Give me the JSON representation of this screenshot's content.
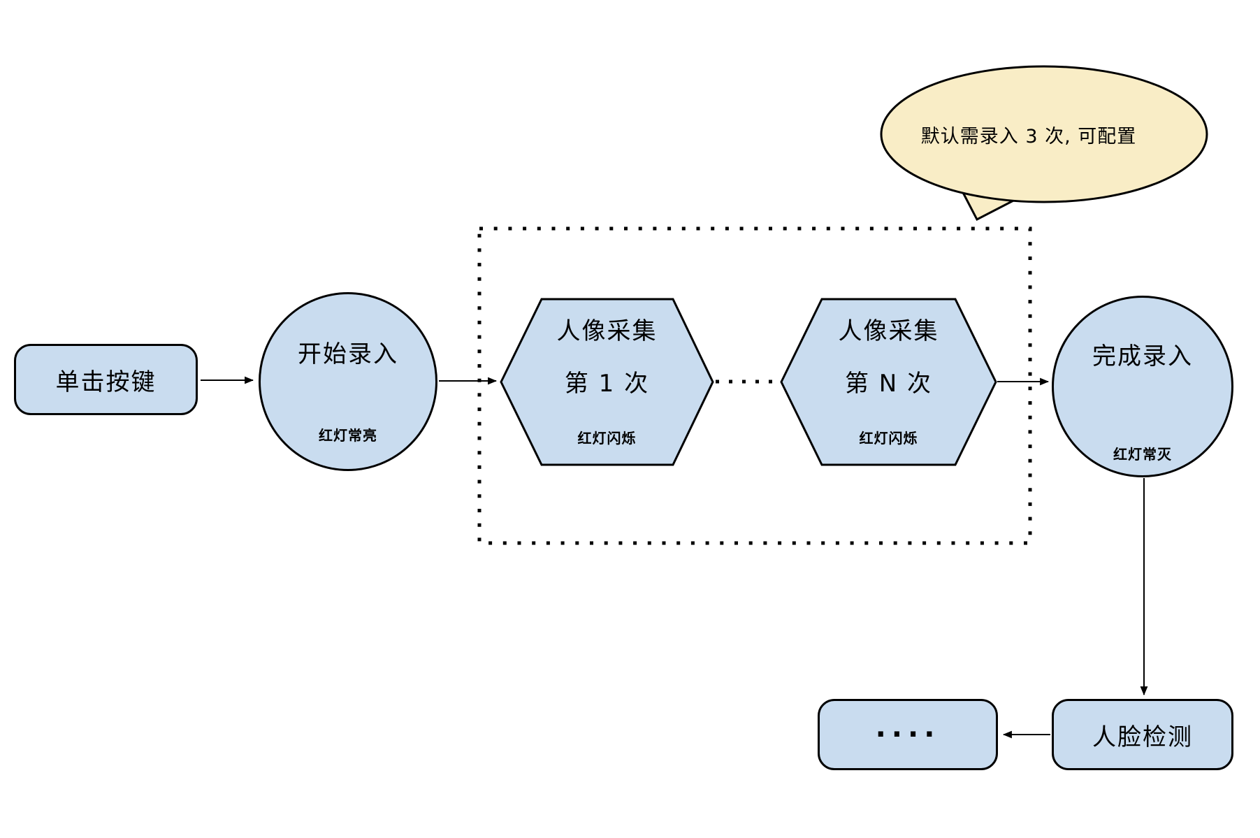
{
  "diagram_title": "face-enrollment-flowchart",
  "colors": {
    "node_fill": "#C9DCEF",
    "node_stroke": "#000000",
    "callout_fill": "#F9EDC6",
    "background": "#FFFFFF"
  },
  "nodes": {
    "click_key": {
      "label": "单击按键"
    },
    "start_enroll": {
      "label": "开始录入",
      "sublabel": "红灯常亮"
    },
    "capture_first": {
      "title": "人像采集",
      "count": "第 1 次",
      "sublabel": "红灯闪烁"
    },
    "capture_nth": {
      "title": "人像采集",
      "count": "第 N 次",
      "sublabel": "红灯闪烁"
    },
    "finish_enroll": {
      "label": "完成录入",
      "sublabel": "红灯常灭"
    },
    "face_detect": {
      "label": "人脸检测"
    },
    "ellipsis_step": {
      "label": "...."
    }
  },
  "callout": {
    "text": "默认需录入 3 次, 可配置"
  }
}
